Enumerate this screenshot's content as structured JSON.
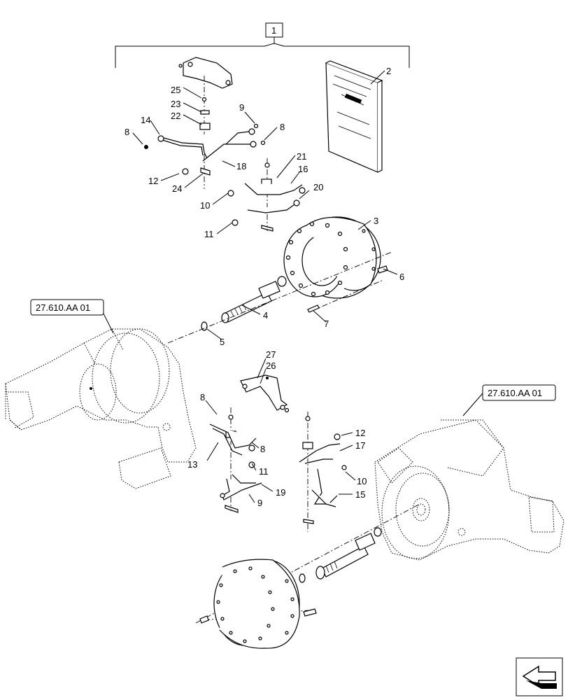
{
  "group_label": "1",
  "references": {
    "left": "27.610.AA 01",
    "right": "27.610.AA 01"
  },
  "callouts": {
    "c1": "1",
    "c2": "2",
    "c3": "3",
    "c4": "4",
    "c5": "5",
    "c6": "6",
    "c7": "7",
    "c8a": "8",
    "c8b": "8",
    "c8c": "8",
    "c8d": "8",
    "c9a": "9",
    "c9b": "9",
    "c10a": "10",
    "c10b": "10",
    "c11a": "11",
    "c11b": "11",
    "c12a": "12",
    "c12b": "12",
    "c13": "13",
    "c14": "14",
    "c15": "15",
    "c16": "16",
    "c17": "17",
    "c18": "18",
    "c19": "19",
    "c20": "20",
    "c21": "21",
    "c22": "22",
    "c23": "23",
    "c24": "24",
    "c25": "25",
    "c26": "26",
    "c27": "27"
  },
  "icons": {
    "nav": "next-page-arrow-icon"
  }
}
